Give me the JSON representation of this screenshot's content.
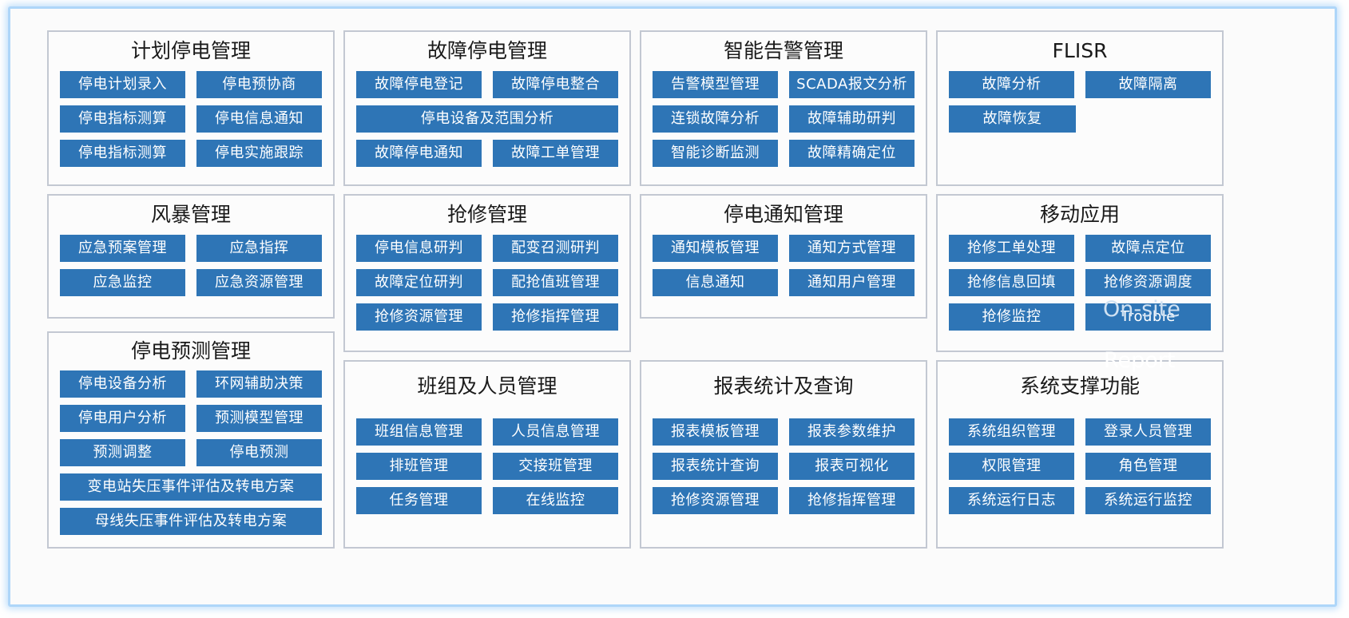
{
  "frame": {
    "accent_border_color": "#aed6f9",
    "panel_border_color": "#c3c8d2",
    "button_color": "#2e75b6",
    "button_text_color": "#ffffff",
    "panel_background": "#fcfcfc"
  },
  "panels": [
    {
      "id": "planned-outage",
      "title": "计划停电管理",
      "rows": [
        [
          "停电计划录入",
          "停电预协商"
        ],
        [
          "停电指标测算",
          "停电信息通知"
        ],
        [
          "停电指标测算",
          "停电实施跟踪"
        ]
      ]
    },
    {
      "id": "fault-outage",
      "title": "故障停电管理",
      "rows": [
        [
          "故障停电登记",
          "故障停电整合"
        ],
        [
          "停电设备及范围分析"
        ],
        [
          "故障停电通知",
          "故障工单管理"
        ]
      ]
    },
    {
      "id": "smart-alarm",
      "title": "智能告警管理",
      "rows": [
        [
          "告警模型管理",
          "SCADA报文分析"
        ],
        [
          "连锁故障分析",
          "故障辅助研判"
        ],
        [
          "智能诊断监测",
          "故障精确定位"
        ]
      ]
    },
    {
      "id": "flisr",
      "title": "FLISR",
      "rows": [
        [
          "故障分析",
          "故障隔离"
        ],
        [
          "故障恢复"
        ]
      ]
    },
    {
      "id": "storm",
      "title": "风暴管理",
      "rows": [
        [
          "应急预案管理",
          "应急指挥"
        ],
        [
          "应急监控",
          "应急资源管理"
        ]
      ]
    },
    {
      "id": "repair",
      "title": "抢修管理",
      "rows": [
        [
          "停电信息研判",
          "配变召测研判"
        ],
        [
          "故障定位研判",
          "配抢值班管理"
        ],
        [
          "抢修资源管理",
          "抢修指挥管理"
        ]
      ]
    },
    {
      "id": "outage-notice",
      "title": "停电通知管理",
      "rows": [
        [
          "通知模板管理",
          "通知方式管理"
        ],
        [
          "信息通知",
          "通知用户管理"
        ]
      ]
    },
    {
      "id": "mobile-app",
      "title": "移动应用",
      "rows": [
        [
          "抢修工单处理",
          "故障点定位"
        ],
        [
          "抢修信息回填",
          "抢修资源调度"
        ],
        [
          "抢修监控",
          "Trouble"
        ]
      ]
    },
    {
      "id": "outage-forecast",
      "title": "停电预测管理",
      "rows": [
        [
          "停电设备分析",
          "环网辅助决策"
        ],
        [
          "停电用户分析",
          "预测模型管理"
        ],
        [
          "预测调整",
          "停电预测"
        ],
        [
          "变电站失压事件评估及转电方案"
        ],
        [
          "母线失压事件评估及转电方案"
        ]
      ]
    },
    {
      "id": "team-personnel",
      "title": "班组及人员管理",
      "rows": [
        [
          "班组信息管理",
          "人员信息管理"
        ],
        [
          "排班管理",
          "交接班管理"
        ],
        [
          "任务管理",
          "在线监控"
        ]
      ]
    },
    {
      "id": "report-stats",
      "title": "报表统计及查询",
      "rows": [
        [
          "报表模板管理",
          "报表参数维护"
        ],
        [
          "报表统计查询",
          "报表可视化"
        ],
        [
          "抢修资源管理",
          "抢修指挥管理"
        ]
      ]
    },
    {
      "id": "system-support",
      "title": "系统支撑功能",
      "rows": [
        [
          "系统组织管理",
          "登录人员管理"
        ],
        [
          "权限管理",
          "角色管理"
        ],
        [
          "系统运行日志",
          "系统运行监控"
        ]
      ]
    }
  ],
  "overlay_text": {
    "on_site": "On-site",
    "report": "Report"
  }
}
